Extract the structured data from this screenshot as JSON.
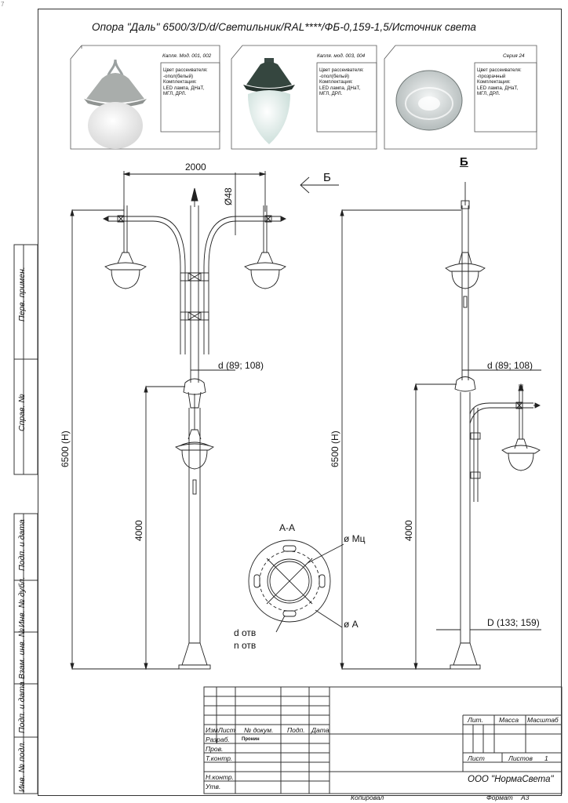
{
  "page": {
    "corner_mark": "7",
    "title": "Опора \"Даль\" 6500/3/D/d/Светильник/RAL****/ФБ-0,159-1,5/Источник света"
  },
  "cards": [
    {
      "caption": "Капля. Мод. 001, 002",
      "lines": [
        "Цвет рассеивателя:",
        "-опол(белый)",
        "Комплектация:",
        "LED лампа, ДНаТ,",
        "МГЛ, ДРЛ."
      ]
    },
    {
      "caption": "Капля. мод. 003, 004",
      "lines": [
        "Цвет рассеивателя:",
        "-опол(белый)",
        "Комплектация:",
        "LED лампа, ДНаТ,",
        "МГЛ, ДРЛ."
      ]
    },
    {
      "caption": "Серия 24",
      "lines": [
        "Цвет рассеивателя:",
        "-прозрачный",
        "Комплектация:",
        "LED лампа, ДНаТ,",
        "МГЛ, ДРЛ."
      ]
    }
  ],
  "drawing": {
    "width_2000": "2000",
    "diam_48": "Ø48",
    "view_arrow": "Б",
    "view_label": "Б",
    "d_left": "d (89; 108)",
    "d_right": "d (89; 108)",
    "height_left": "6500 (H)",
    "height_right": "6500 (H)",
    "mid_left": "4000",
    "mid_right": "4000",
    "D_right": "D (133; 159)",
    "section_title": "А-А",
    "section_mc": "ø Мц",
    "section_a": "ø А",
    "section_d_otv": "d отв",
    "section_n_otv": "n отв"
  },
  "side_stamps": [
    "Перв. примен.",
    "Справ. №",
    "Подп. и дата",
    "Инв. № дубл.",
    "Взам. инв. №",
    "Подп. и дата",
    "Инв. № подл."
  ],
  "title_block": {
    "izm": "Изм.",
    "list": "Лист",
    "doc": "№ докум.",
    "podp": "Подп.",
    "data": "Дата",
    "razrab": "Разраб.",
    "razrab_name": "Пронин",
    "prov": "Пров.",
    "tkontr": "Т.контр.",
    "nkontr": "Н.контр.",
    "utv": "Утв.",
    "lit": "Лит.",
    "massa": "Масса",
    "masshtab": "Масштаб",
    "list_r": "Лист",
    "listov": "Листов",
    "listov_val": "1",
    "org": "ООО \"НормаСвета\"",
    "kopiroval": "Копировал",
    "format": "Формат",
    "format_val": "А3"
  }
}
